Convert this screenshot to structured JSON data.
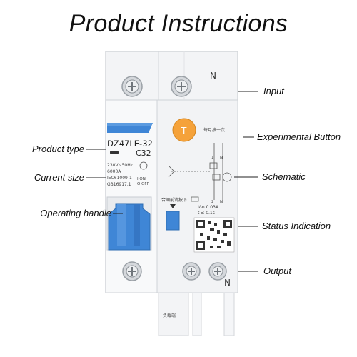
{
  "title": "Product Instructions",
  "labels": {
    "input": "Input",
    "experimental_button": "Experimental Button",
    "schematic": "Schematic",
    "status_indication": "Status Indication",
    "output": "Output",
    "product_type": "Product type",
    "current_size": "Current size",
    "operating_handle": "Operating handle"
  },
  "device": {
    "model": "DZ47LE-32",
    "rating": "C32",
    "spec_voltage": "230V~50Hz",
    "spec_current": "6000A",
    "standard_1": "IEC61009-1",
    "standard_2": "GB16917.1",
    "on_label": "I ON",
    "off_label": "O OFF",
    "test_button_letter": "T",
    "test_note": "每月按一次",
    "close_note": "合闸前请按下",
    "trip_current": "IΔn 0.03A",
    "trip_time": "t ≤ 0.1s",
    "terminal_top": "N",
    "terminal_bottom": "N",
    "load_tag": "负载端",
    "schematic_nums": [
      "1",
      "N",
      "2",
      "N"
    ]
  },
  "colors": {
    "handle_blue": "#3f86d6",
    "button_orange": "#f5a23a",
    "breaker_body": "#f4f5f7"
  }
}
